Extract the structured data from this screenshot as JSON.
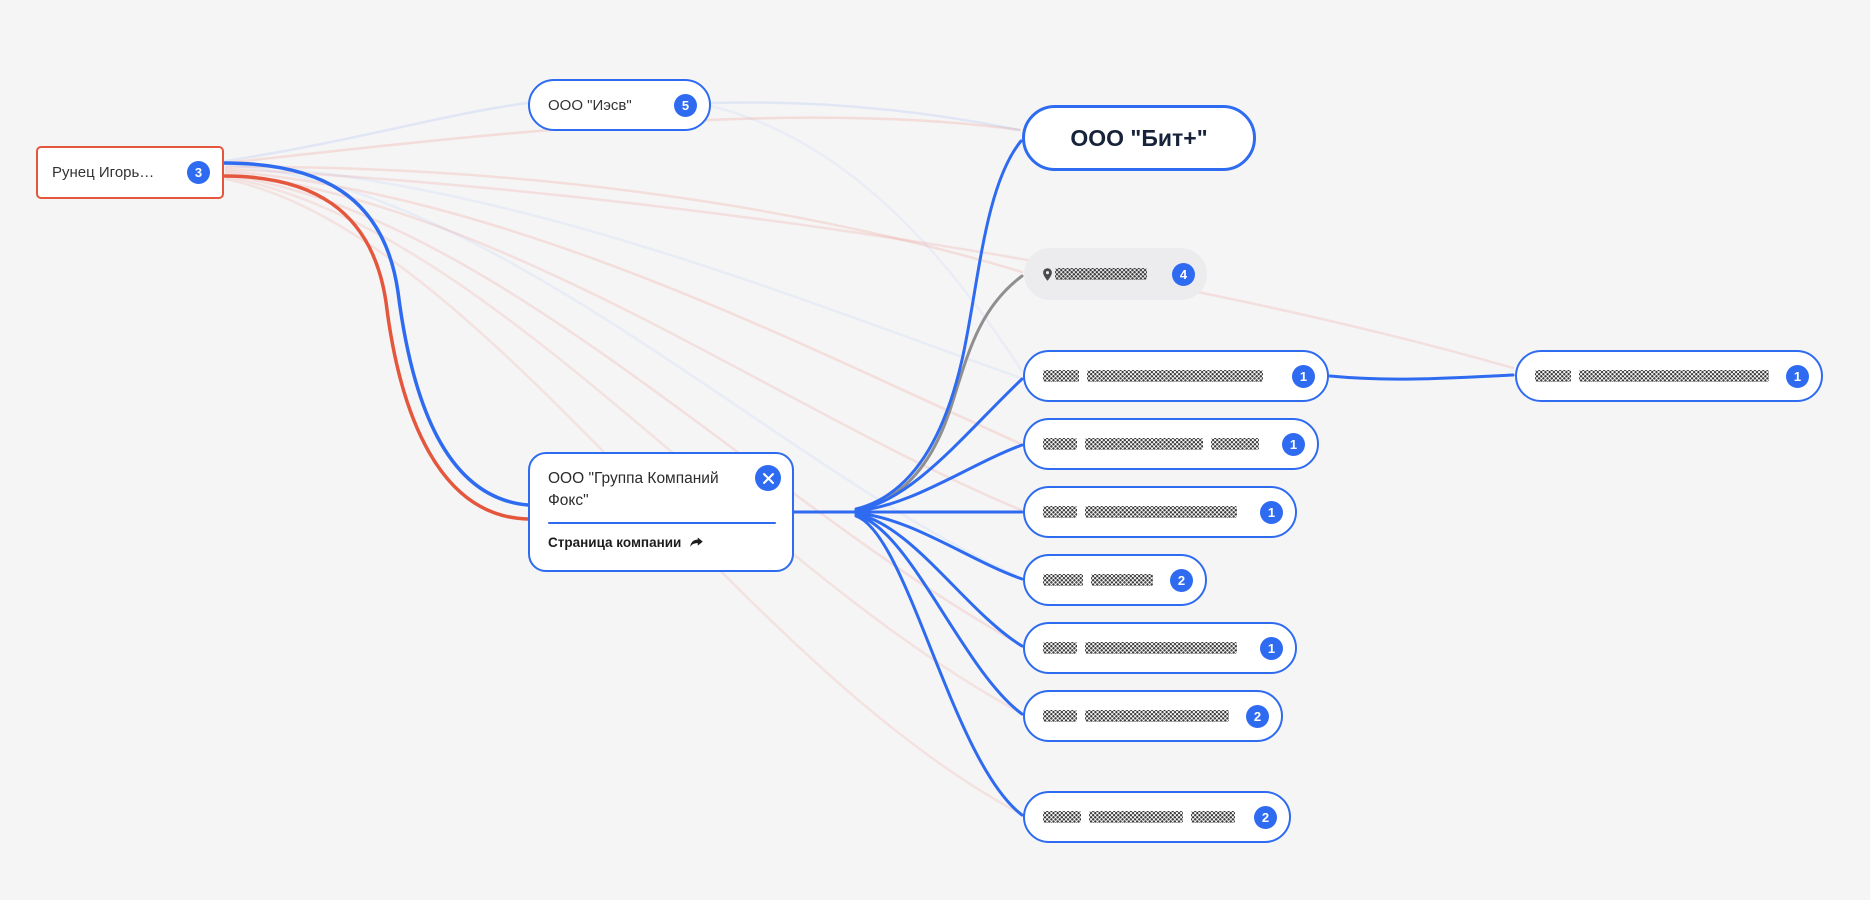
{
  "app": {
    "background": "#f5f5f6",
    "accent_color": "#2e6bf0",
    "alert_color": "#e4573d",
    "gray_edge_color": "#8f8f8f",
    "faint_pink_color": "#ec8272",
    "faint_blue_color": "#6f96f2"
  },
  "person_node": {
    "label": "Рунец Игорь…",
    "badge": "3"
  },
  "iesv_node": {
    "label": "ООО \"Иэсв\"",
    "badge": "5"
  },
  "bit_node": {
    "label": "ООО \"Бит+\""
  },
  "location_node": {
    "badge": "4",
    "icon": "location-pin",
    "segments": [
      92
    ]
  },
  "company_node": {
    "title": "ООО \"Группа Компаний Фокс\"",
    "link_label": "Страница компании",
    "icons": [
      "close",
      "share-arrow"
    ]
  },
  "connection_nodes": [
    {
      "badge": "1",
      "segments": [
        36,
        176
      ]
    },
    {
      "badge": "1",
      "segments": [
        34,
        118,
        48
      ]
    },
    {
      "badge": "1",
      "segments": [
        34,
        152
      ]
    },
    {
      "badge": "2",
      "segments": [
        40,
        62
      ]
    },
    {
      "badge": "1",
      "segments": [
        34,
        152
      ]
    },
    {
      "badge": "2",
      "segments": [
        34,
        144
      ]
    },
    {
      "badge": "2",
      "segments": [
        38,
        94,
        44
      ]
    }
  ],
  "far_node": {
    "badge": "1",
    "segments": [
      36,
      190
    ]
  }
}
